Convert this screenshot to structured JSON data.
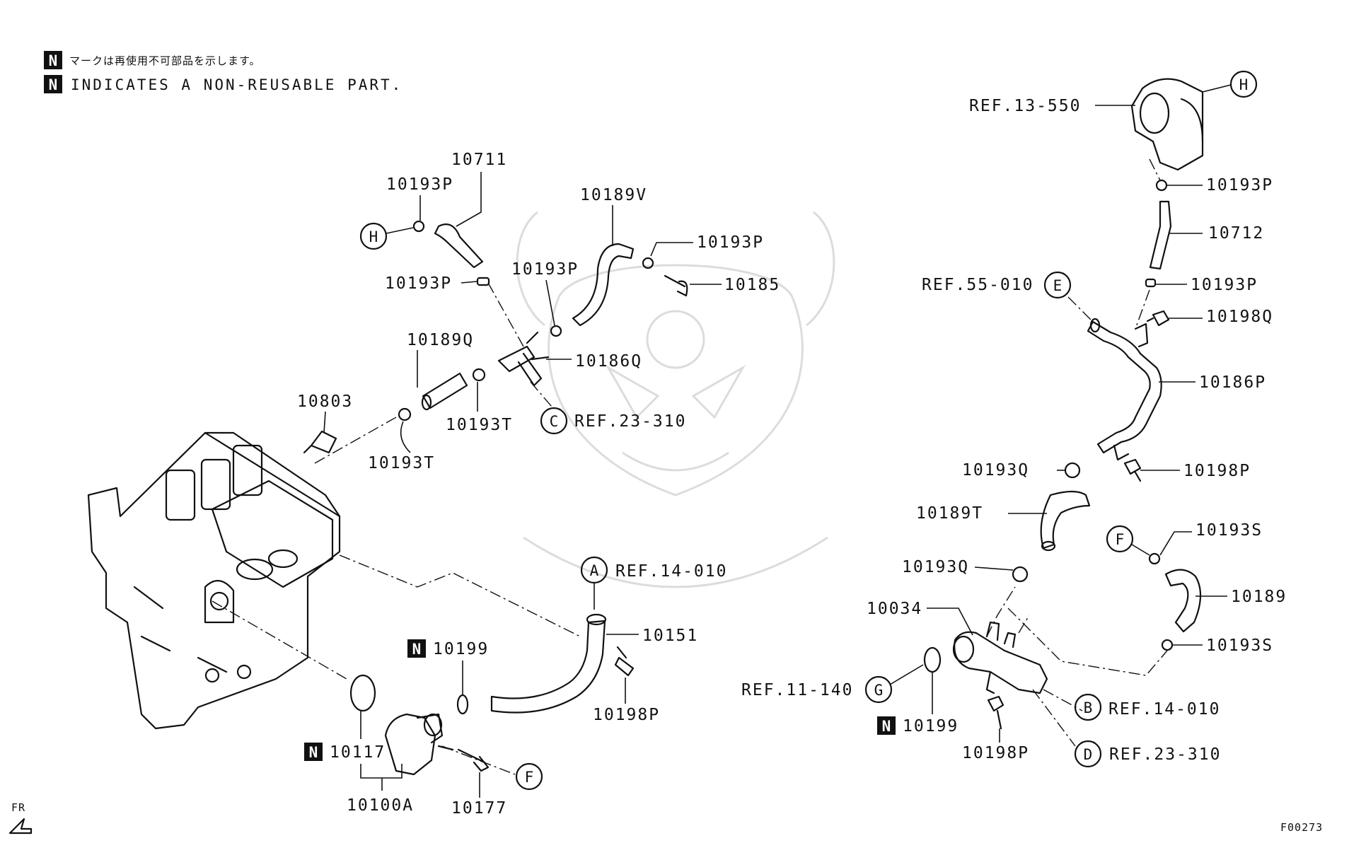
{
  "notes": {
    "badge": "N",
    "jp": "マークは再使用不可部品を示します。",
    "en": "INDICATES A NON-REUSABLE PART."
  },
  "labels": {
    "p10711": "10711",
    "p10193P_a": "10193P",
    "p10193P_b": "10193P",
    "p10193P_c": "10193P",
    "p10193P_d": "10193P",
    "p10189V": "10189V",
    "p10185": "10185",
    "p10189Q": "10189Q",
    "p10186Q": "10186Q",
    "p10193T_a": "10193T",
    "p10193T_b": "10193T",
    "p10803": "10803",
    "ref23310_a": "REF.23-310",
    "ref14010_a": "REF.14-010",
    "p10151": "10151",
    "p10199_a": "10199",
    "p10198P_a": "10198P",
    "p10117": "10117",
    "p10100A": "10100A",
    "p10177": "10177",
    "ref13550": "REF.13-550",
    "p10193P_e": "10193P",
    "p10712": "10712",
    "ref55010": "REF.55-010",
    "p10193P_f": "10193P",
    "p10198Q": "10198Q",
    "p10186P": "10186P",
    "p10193Q_a": "10193Q",
    "p10198P_b": "10198P",
    "p10189T": "10189T",
    "p10193S_a": "10193S",
    "p10193Q_b": "10193Q",
    "p10189": "10189",
    "p10034": "10034",
    "p10193S_b": "10193S",
    "ref11140": "REF.11-140",
    "ref14010_b": "REF.14-010",
    "p10199_b": "10199",
    "p10198P_c": "10198P",
    "ref23310_b": "REF.23-310",
    "fr": "FR",
    "figure_code": "F00273"
  },
  "circles": {
    "H_left": "H",
    "C": "C",
    "A": "A",
    "F_left": "F",
    "H_right": "H",
    "E": "E",
    "F_right": "F",
    "G": "G",
    "B": "B",
    "D": "D"
  },
  "badges": {
    "n_10199_a": "N",
    "n_10117": "N",
    "n_10199_b": "N"
  },
  "colors": {
    "line": "#111111",
    "badge_bg": "#111111",
    "badge_fg": "#ffffff",
    "watermark": "#dcdcdc"
  }
}
